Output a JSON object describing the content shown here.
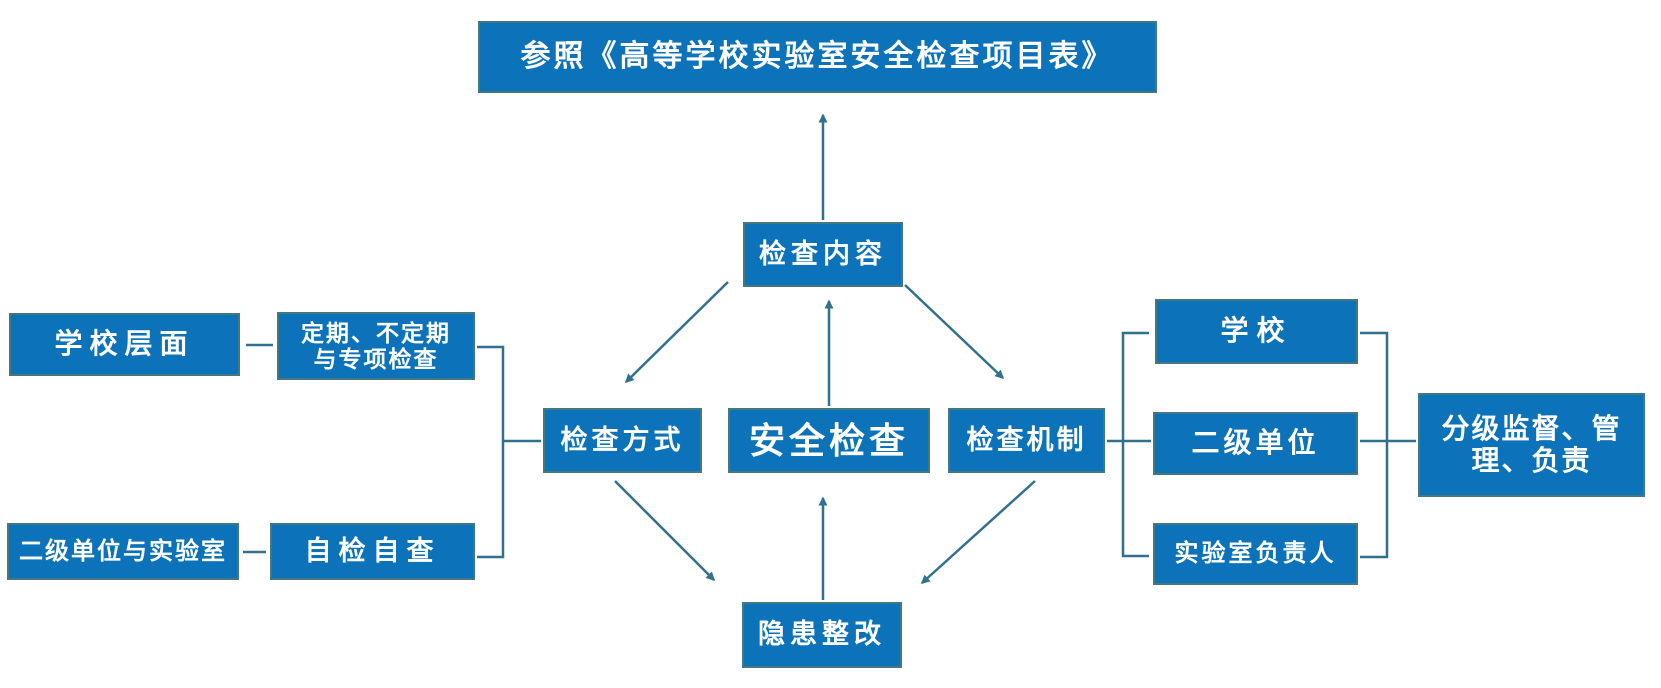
{
  "diagram": {
    "title_node": {
      "label": "参照《高等学校实验室安全检查项目表》"
    },
    "center_node": {
      "label": "安全检查"
    },
    "nodes": {
      "check_content": {
        "label": "检查内容"
      },
      "check_method": {
        "label": "检查方式"
      },
      "check_mechanism": {
        "label": "检查机制"
      },
      "hazard_rectify": {
        "label": "隐患整改"
      }
    },
    "left_branch": {
      "school_level": {
        "label": "学校层面"
      },
      "periodic_special": {
        "label": "定期、不定期\n与专项检查"
      },
      "secondary_units_labs": {
        "label": "二级单位与实验室"
      },
      "self_check": {
        "label": "自检自查"
      }
    },
    "right_branch": {
      "school": {
        "label": "学校"
      },
      "secondary_unit": {
        "label": "二级单位"
      },
      "lab_head": {
        "label": "实验室负责人"
      },
      "graded_supervision": {
        "label": "分级监督、管\n理、负责"
      }
    },
    "colors": {
      "box_fill": "#0C72BA",
      "box_border": "#44787F",
      "line": "#31708F",
      "text": "#FFFFFF"
    }
  }
}
